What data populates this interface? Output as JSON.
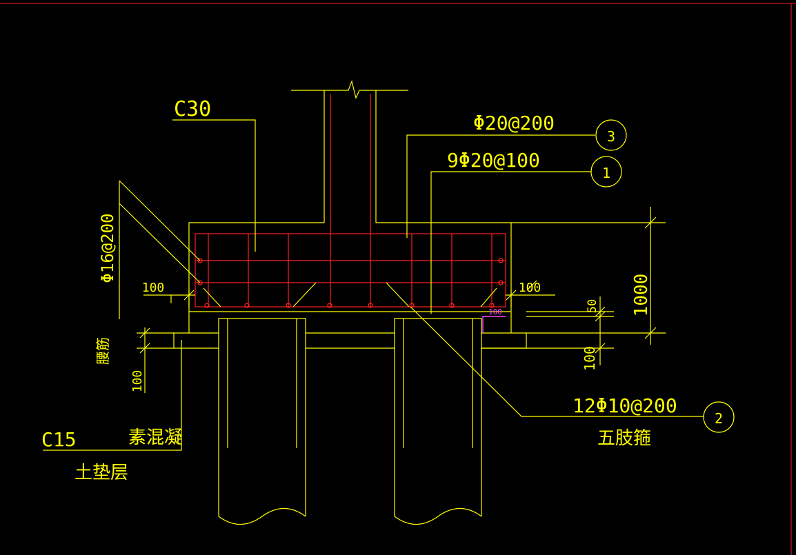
{
  "labels": {
    "concrete_grade": "C30",
    "rebar_top": "Φ20@200",
    "rebar_bottom": "9Φ20@100",
    "side_rebar": "Φ16@200",
    "stirrup_spec": "12Φ10@200",
    "stirrup_type": "五肢箍",
    "cushion_grade": "C15",
    "cushion_material": "素混凝",
    "cushion_layer": "土垫层",
    "side_bar_name": "腰筋",
    "marker_1": "1",
    "marker_2": "2",
    "marker_3": "3"
  },
  "dimensions": {
    "height": "1000",
    "cover_left": "100",
    "cover_right": "100",
    "cover_magenta": "100",
    "small_offset": "50",
    "cushion_thickness_right": "100",
    "cushion_thickness_left": "100"
  },
  "colors": {
    "background": "#000000",
    "lines": "#ffff00",
    "rebar": "#ff2020",
    "highlight": "#ff44ff"
  }
}
